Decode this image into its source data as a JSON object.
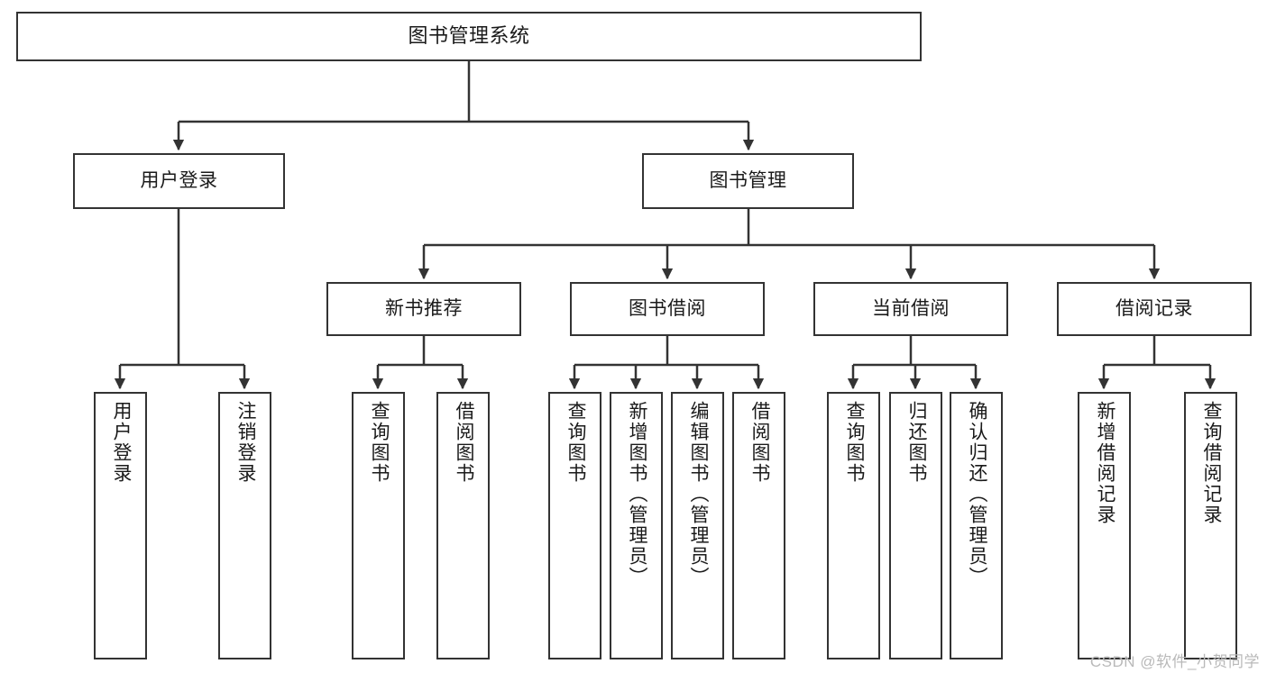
{
  "diagram": {
    "type": "tree",
    "title": "图书管理系统",
    "style": {
      "background": "#ffffff",
      "box_border": "#333333",
      "box_fill": "#ffffff",
      "text_color": "#1a1a1a",
      "connector_color": "#333333",
      "watermark_color": "#b9b9b9"
    },
    "root": {
      "id": "root",
      "label": "图书管理系统",
      "orientation": "horizontal"
    },
    "level2": [
      {
        "id": "user-login",
        "label": "用户登录",
        "orientation": "horizontal"
      },
      {
        "id": "book-management",
        "label": "图书管理",
        "orientation": "horizontal"
      }
    ],
    "level3": [
      {
        "id": "new-book-recommend",
        "label": "新书推荐",
        "orientation": "horizontal",
        "parent": "book-management"
      },
      {
        "id": "book-borrow",
        "label": "图书借阅",
        "orientation": "horizontal",
        "parent": "book-management"
      },
      {
        "id": "current-borrow",
        "label": "当前借阅",
        "orientation": "horizontal",
        "parent": "book-management"
      },
      {
        "id": "borrow-record",
        "label": "借阅记录",
        "orientation": "horizontal",
        "parent": "book-management"
      }
    ],
    "leaves": [
      {
        "id": "leaf-user-login",
        "label": "用户登录",
        "parent": "user-login"
      },
      {
        "id": "leaf-logout-login",
        "label": "注销登录",
        "parent": "user-login"
      },
      {
        "id": "leaf-query-book-1",
        "label": "查询图书",
        "parent": "new-book-recommend"
      },
      {
        "id": "leaf-borrow-book-1",
        "label": "借阅图书",
        "parent": "new-book-recommend"
      },
      {
        "id": "leaf-query-book-2",
        "label": "查询图书",
        "parent": "book-borrow"
      },
      {
        "id": "leaf-add-book",
        "label": "新增图书（管理员）",
        "parent": "book-borrow"
      },
      {
        "id": "leaf-edit-book",
        "label": "编辑图书（管理员）",
        "parent": "book-borrow"
      },
      {
        "id": "leaf-borrow-book-2",
        "label": "借阅图书",
        "parent": "book-borrow"
      },
      {
        "id": "leaf-query-book-3",
        "label": "查询图书",
        "parent": "current-borrow"
      },
      {
        "id": "leaf-return-book",
        "label": "归还图书",
        "parent": "current-borrow"
      },
      {
        "id": "leaf-confirm-return",
        "label": "确认归还（管理员）",
        "parent": "current-borrow"
      },
      {
        "id": "leaf-add-record",
        "label": "新增借阅记录",
        "parent": "borrow-record"
      },
      {
        "id": "leaf-query-record",
        "label": "查询借阅记录",
        "parent": "borrow-record"
      }
    ],
    "watermark": "CSDN @软件_小贺同学"
  }
}
